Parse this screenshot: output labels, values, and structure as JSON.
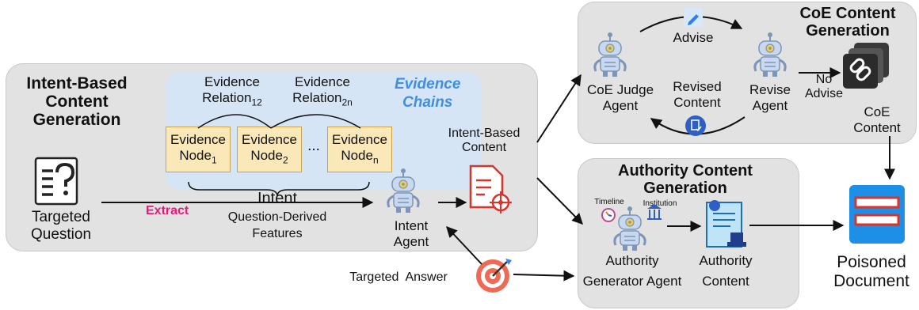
{
  "intent_panel": {
    "title_line1": "Intent-Based",
    "title_line2": "Content",
    "title_line3": "Generation",
    "targeted_question_line1": "Targeted",
    "targeted_question_line2": "Question",
    "extract": "Extract",
    "intent": "Intent",
    "question_features_line1": "Question-Derived",
    "question_features_line2": "Features",
    "intent_agent_line1": "Intent",
    "intent_agent_line2": "Agent",
    "intent_content_line1": "Intent-Based",
    "intent_content_line2": "Content"
  },
  "evidence_chains": {
    "title_line1": "Evidence",
    "title_line2": "Chains",
    "relation1_line1": "Evidence",
    "relation1_line2": "Relation",
    "relation1_sub": "12",
    "relation2_line1": "Evidence",
    "relation2_line2": "Relation",
    "relation2_sub": "2n",
    "ellipsis": "...",
    "nodes": [
      {
        "line1": "Evidence",
        "line2": "Node",
        "sub": "1"
      },
      {
        "line1": "Evidence",
        "line2": "Node",
        "sub": "2"
      },
      {
        "line1": "Evidence",
        "line2": "Node",
        "sub": "n"
      }
    ]
  },
  "coe_panel": {
    "title_line1": "CoE Content",
    "title_line2": "Generation",
    "advise": "Advise",
    "no_advise_line1": "No",
    "no_advise_line2": "Advise",
    "judge_line1": "CoE Judge",
    "judge_line2": "Agent",
    "revised_line1": "Revised",
    "revised_line2": "Content",
    "revise_line1": "Revise",
    "revise_line2": "Agent",
    "coe_content_line1": "CoE",
    "coe_content_line2": "Content"
  },
  "authority_panel": {
    "title_line1": "Authority Content",
    "title_line2": "Generation",
    "timeline": "Timeline",
    "institution": "Institution",
    "generator_line1": "Authority",
    "generator_line2": "Generator Agent",
    "content_line1": "Authority",
    "content_line2": "Content"
  },
  "targeted_answer": "Targeted  Answer",
  "poisoned_line1": "Poisoned",
  "poisoned_line2": "Document",
  "colors": {
    "panel": "#e2e2e2",
    "chains_bg": "#d6e5f6",
    "chains_title": "#3f8ee0",
    "node_fill": "#fbe8b8",
    "extract": "#e6197a",
    "robot": "#a9c4e4",
    "intent_content_icon": "#d9342b",
    "document_icon": "#1e8fe6"
  }
}
